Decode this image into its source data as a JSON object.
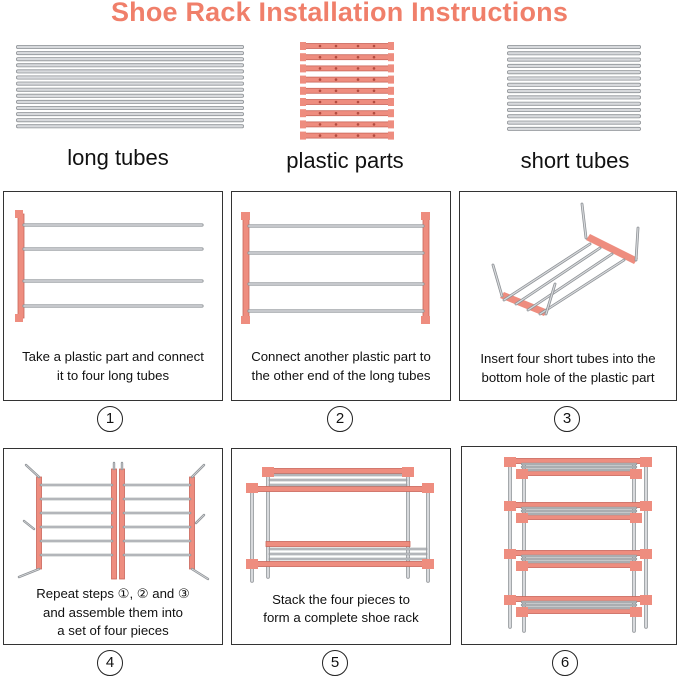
{
  "title": "Shoe Rack Installation Instructions",
  "parts": [
    {
      "label": "long tubes",
      "icon": "long-tubes-icon"
    },
    {
      "label": "plastic parts",
      "icon": "plastic-parts-icon"
    },
    {
      "label": "short tubes",
      "icon": "short-tubes-icon"
    }
  ],
  "steps": [
    {
      "number": "1",
      "caption_lines": [
        "Take a plastic part and connect",
        "it to four long tubes"
      ]
    },
    {
      "number": "2",
      "caption_lines": [
        "Connect another plastic part to",
        "the other end of the long tubes"
      ]
    },
    {
      "number": "3",
      "caption_lines": [
        "Insert four short tubes into the",
        "bottom hole of the plastic part"
      ]
    },
    {
      "number": "4",
      "caption_lines": [
        "Repeat steps ①, ② and ③",
        "and assemble them into",
        "a set of four pieces"
      ]
    },
    {
      "number": "5",
      "caption_lines": [
        "Stack the four pieces to",
        "form a complete shoe rack"
      ]
    },
    {
      "number": "6",
      "caption_lines": []
    }
  ],
  "colors": {
    "title": "#f07f6a",
    "plastic": "#ee8d7f",
    "tube": "#b5b8bc"
  }
}
